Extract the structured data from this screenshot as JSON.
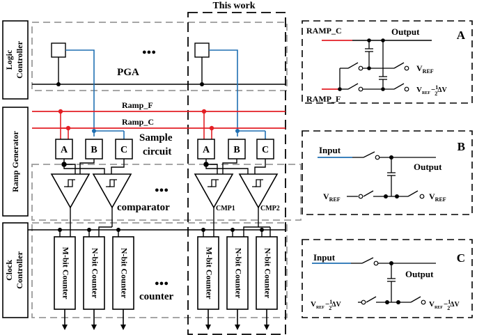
{
  "title": "This work",
  "side_labels": {
    "logic": [
      "Logic",
      "Controller"
    ],
    "ramp": "Ramp Generator",
    "clock": [
      "Clock",
      "Controller"
    ]
  },
  "labels": {
    "pga": "PGA",
    "ramp_f": "Ramp_F",
    "ramp_c": "Ramp_C",
    "sample": [
      "Sample",
      "circuit"
    ],
    "comparator": "comparator",
    "cmp1": "CMP1",
    "cmp2": "CMP2",
    "counter": "counter",
    "ellipsis": "●●●",
    "block_a": "A",
    "block_b": "B",
    "block_c": "C"
  },
  "counters": [
    "M-bit Counter",
    "N-bit Counter",
    "N-bit Counter"
  ],
  "panel_a": {
    "tag": "A",
    "ramp_c": "RAMP_C",
    "ramp_f": "RAMP_F",
    "output": "Output",
    "vref": "V",
    "vref_sub": "REF",
    "vref_dv_sub": "REF",
    "vref_dv_frac_num": "1",
    "vref_dv_frac_den": "2",
    "vref_dv_tail": "ΔV",
    "minus": "−"
  },
  "panel_b": {
    "tag": "B",
    "input": "Input",
    "output": "Output",
    "vref": "V",
    "vref_sub": "REF"
  },
  "panel_c": {
    "tag": "C",
    "input": "Input",
    "output": "Output",
    "vref": "V",
    "vref_sub": "REF",
    "frac_num": "1",
    "frac_den": "2",
    "tail": "ΔV",
    "minus": "−"
  },
  "colors": {
    "ramp_line": "#e31e24",
    "signal_line": "#1f6fb2",
    "dash_gray": "#9a9a9a",
    "ink": "#000000"
  }
}
